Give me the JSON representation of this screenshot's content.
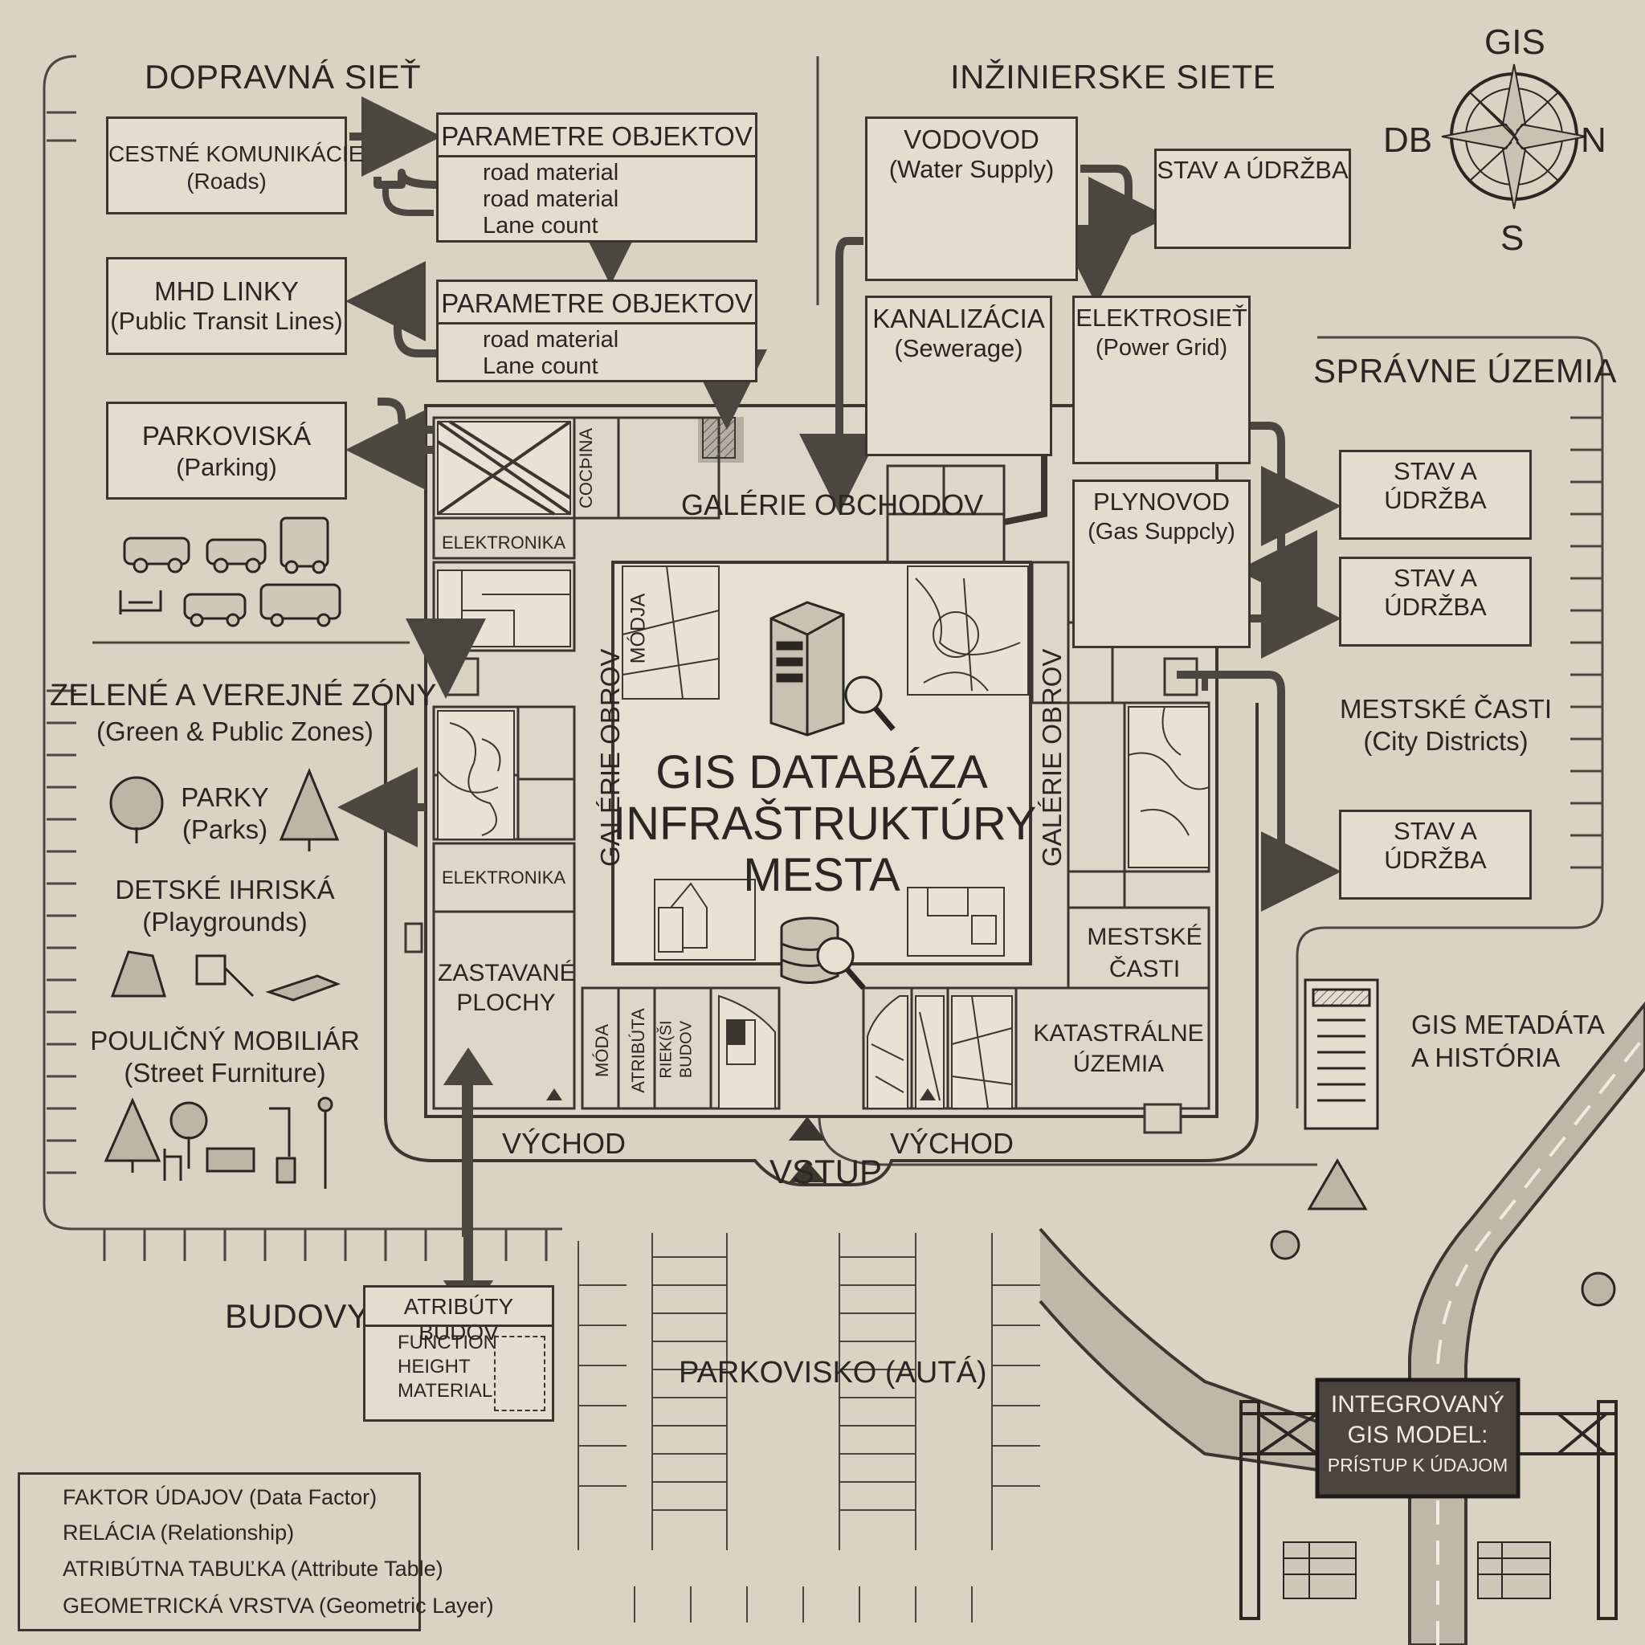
{
  "title": {
    "line1": "GIS DATABÁZA",
    "line2": "INFRAŠTRUKTÚRY",
    "line3": "MESTA"
  },
  "compass": {
    "north": "GIS",
    "east": "N",
    "west": "DB",
    "south": "S"
  },
  "sections": {
    "transport": "DOPRAVNÁ SIEŤ",
    "engineering": "INŽINIERSKE SIETE",
    "admin": "SPRÁVNE ÚZEMIA",
    "green": {
      "title": "ZELENÉ A VEREJNÉ ZÓNY",
      "sub": "(Green & Public Zones)"
    },
    "buildings": "BUDOVY"
  },
  "transport": {
    "roads": {
      "name": "CESTNÉ KOMUNIKÁCIE",
      "sub": "(Roads)"
    },
    "transit": {
      "name": "MHD LINKY",
      "sub": "(Public Transit Lines)"
    },
    "parking": {
      "name": "PARKOVISKÁ",
      "sub": "(Parking)"
    },
    "params1": {
      "title": "PARAMETRE OBJEKTOV",
      "rows": [
        "road material",
        "road material",
        "Lane count"
      ]
    },
    "params2": {
      "title": "PARAMETRE OBJEKTOV",
      "rows": [
        "road material",
        "Lane count"
      ]
    }
  },
  "engineering": {
    "water": {
      "name": "VODOVOD",
      "sub": "(Water Supply)"
    },
    "sewer": {
      "name": "KANALIZÁCIA",
      "sub": "(Sewerage)"
    },
    "power": {
      "name": "ELEKTROSIEŤ",
      "sub": "(Power Grid)"
    },
    "gas": {
      "name": "PLYNOVOD",
      "sub": "(Gas Suppcly)"
    },
    "status_label": "STAV A ÚDRŽBA"
  },
  "admin": {
    "status1": "STAV A ÚDRŽBA",
    "status2": "STAV A ÚDRŽBA",
    "status3": "STAV A ÚDRŽBA",
    "districts": {
      "name": "MESTSKÉ ČASTI",
      "sub": "(City Districts)"
    },
    "metadata": {
      "line1": "GIS METADÁTA",
      "line2": "A HISTÓRIA"
    }
  },
  "green": {
    "parks": {
      "name": "PARKY",
      "sub": "(Parks)"
    },
    "playgrounds": {
      "name": "DETSKÉ IHRISKÁ",
      "sub": "(Playgrounds)"
    },
    "furniture": {
      "name": "POULIČNÝ MOBILIÁR",
      "sub": "(Street Furniture)"
    }
  },
  "buildings": {
    "attributes": {
      "title": "ATRIBÚTY BUDOV",
      "rows": [
        "FUNCTION",
        "HEIGHT",
        "MATERIAL"
      ]
    }
  },
  "mall": {
    "cocpina": "COCÞINA",
    "elektronika1": "ELEKTRONIKA",
    "elektronika2": "ELEKTRONIKA",
    "galerie_obchodov": "GALÉRIE OBCHODOV",
    "galerie_obrov_left": "GALÉRIE OBROV",
    "galerie_obrov_right": "GALÉRIE OBROV",
    "moda_top": "MÓDJA",
    "zastavane": {
      "line1": "ZASTAVANÉ",
      "line2": "PLOCHY"
    },
    "moda_bottom": "MÓDA",
    "atributa": "ATRIBÚTA",
    "riek_budov": {
      "line1": "RIEK(ŠI",
      "line2": "BUDOV"
    },
    "mestske_casti": {
      "line1": "MESTSKÉ",
      "line2": "ČASTI"
    },
    "katastralne": {
      "line1": "KATASTRÁLNE",
      "line2": "ÚZEMIA"
    },
    "vychod_left": "VÝCHOD",
    "vychod_right": "VÝCHOD",
    "vstup": "VSTUP"
  },
  "parking_lot": "PARKOVISKO (AUTÁ)",
  "gate": {
    "line1": "INTEGROVANÝ",
    "line2": "GIS MODEL:",
    "line3": "PRÍSTUP K ÚDAJOM"
  },
  "legend": [
    {
      "label": "FAKTOR ÚDAJOV (Data Factor)",
      "icon": "filled-square-icon"
    },
    {
      "label": "RELÁCIA (Relationship)",
      "icon": "link-icon"
    },
    {
      "label": "ATRIBÚTNA TABUĽKA (Attribute Table)",
      "icon": "table-icon"
    },
    {
      "label": "GEOMETRICKÁ VRSTVA (Geometric Layer)",
      "icon": "hatched-square-icon"
    }
  ],
  "colors": {
    "paper": "#d9d3c3",
    "ink": "#2a2723",
    "panel": "#e3ddd0",
    "gate": "#4a4540"
  }
}
